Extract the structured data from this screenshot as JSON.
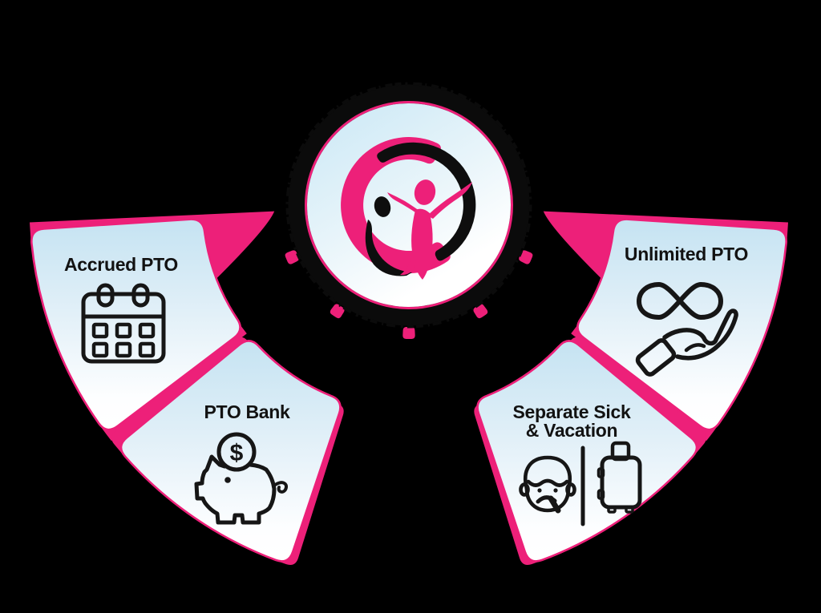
{
  "diagram": {
    "background_color": "#000000",
    "accent_pink": "#ed2079",
    "ink_color": "#161616",
    "panel_top_color": "#c8e6f3",
    "panel_bottom_color": "#ffffff",
    "center_logo_icon": "two-people-swoosh-logo-icon",
    "segments": [
      {
        "label": "Accrued PTO",
        "icon": "calendar-icon"
      },
      {
        "label": "PTO Bank",
        "icon": "piggy-bank-icon",
        "coin_symbol": "$"
      },
      {
        "label": "Separate Sick & Vacation",
        "label_lines": [
          "Separate Sick",
          "& Vacation"
        ],
        "icons": [
          "sick-face-icon",
          "suitcase-icon"
        ]
      },
      {
        "label": "Unlimited PTO",
        "icon": "infinity-hand-icon"
      }
    ]
  }
}
